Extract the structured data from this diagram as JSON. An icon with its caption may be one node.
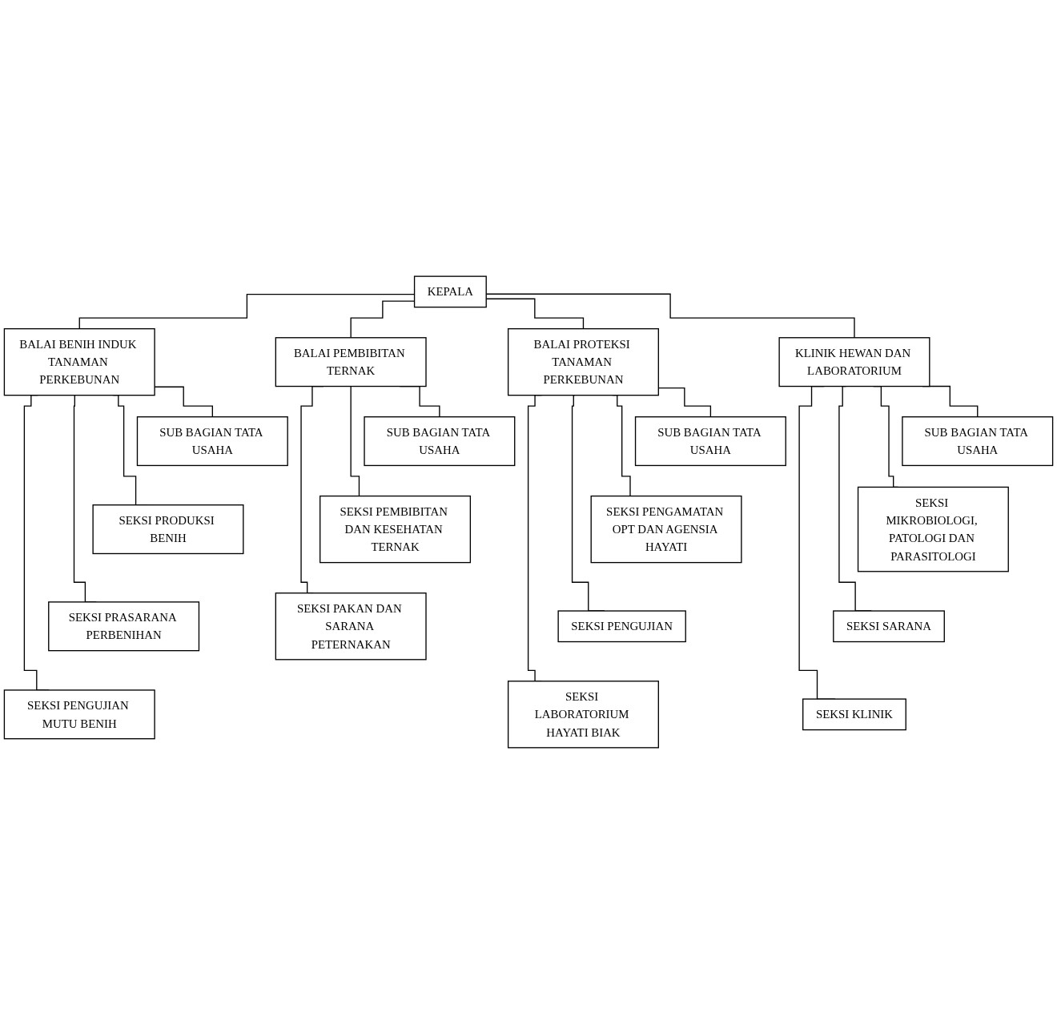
{
  "diagram": {
    "nodes": [
      {
        "text": [
          "KEPALA"
        ]
      },
      {
        "text": [
          "BALAI BENIH INDUK TANAMAN PERKEBUNAN"
        ]
      },
      {
        "text": [
          "BALAI PROTEKSI TANAMAN PERKEBUNAN"
        ]
      },
      {
        "text": [
          "BALAI PEMBIBITAN TERNAK"
        ]
      },
      {
        "text": [
          "KLINIK HEWAN DAN LABORATORIUM"
        ]
      },
      {
        "text": [
          "SUB BAGIAN TATA USAHA"
        ]
      },
      {
        "text": [
          "SEKSI PRODUKSI BENIH"
        ]
      },
      {
        "text": [
          "SEKSI PRASARANA PERBENIHAN"
        ]
      },
      {
        "text": [
          "SEKSI PENGUJIAN MUTU BENIH"
        ]
      },
      {
        "text": [
          "SUB BAGIAN TATA USAHA"
        ]
      },
      {
        "text": [
          "SEKSI PENGAMATAN OPT DAN AGENSIA HAYATI"
        ]
      },
      {
        "text": [
          "SEKSI PENGUJIAN"
        ]
      },
      {
        "text": [
          "SEKSI LABORATORIUM HAYATI BIAK"
        ]
      },
      {
        "text": [
          "SUB BAGIAN TATA USAHA"
        ]
      },
      {
        "text": [
          "SEKSI PEMBIBITAN DAN KESEHATAN TERNAK"
        ]
      },
      {
        "text": [
          "SEKSI PAKAN DAN SARANA PETERNAKAN"
        ]
      },
      {
        "text": [
          "SUB BAGIAN TATA USAHA"
        ]
      },
      {
        "text": [
          "SEKSI MIKROBIOLOGI, PATOLOGI DAN PARASITOLOGI"
        ]
      },
      {
        "text": [
          "SEKSI SARANA"
        ]
      },
      {
        "text": [
          "SEKSI KLINIK"
        ]
      }
    ],
    "edges": [
      {
        "from": 0,
        "to": 1,
        "arrow": "none"
      },
      {
        "from": 0,
        "to": 2,
        "arrow": "none"
      },
      {
        "from": 0,
        "to": 3,
        "arrow": "none"
      },
      {
        "from": 0,
        "to": 4,
        "arrow": "none"
      },
      {
        "from": 1,
        "to": 5,
        "arrow": "none"
      },
      {
        "from": 1,
        "to": 6,
        "arrow": "none"
      },
      {
        "from": 1,
        "to": 7,
        "arrow": "none"
      },
      {
        "from": 1,
        "to": 8,
        "arrow": "none"
      },
      {
        "from": 2,
        "to": 9,
        "arrow": "none"
      },
      {
        "from": 2,
        "to": 10,
        "arrow": "none"
      },
      {
        "from": 2,
        "to": 11,
        "arrow": "none"
      },
      {
        "from": 2,
        "to": 12,
        "arrow": "none"
      },
      {
        "from": 3,
        "to": 13,
        "arrow": "none"
      },
      {
        "from": 3,
        "to": 14,
        "arrow": "none"
      },
      {
        "from": 3,
        "to": 15,
        "arrow": "none"
      },
      {
        "from": 4,
        "to": 16,
        "arrow": "none"
      },
      {
        "from": 4,
        "to": 17,
        "arrow": "none"
      },
      {
        "from": 4,
        "to": 18,
        "arrow": "none"
      },
      {
        "from": 4,
        "to": 19,
        "arrow": "none"
      }
    ]
  }
}
